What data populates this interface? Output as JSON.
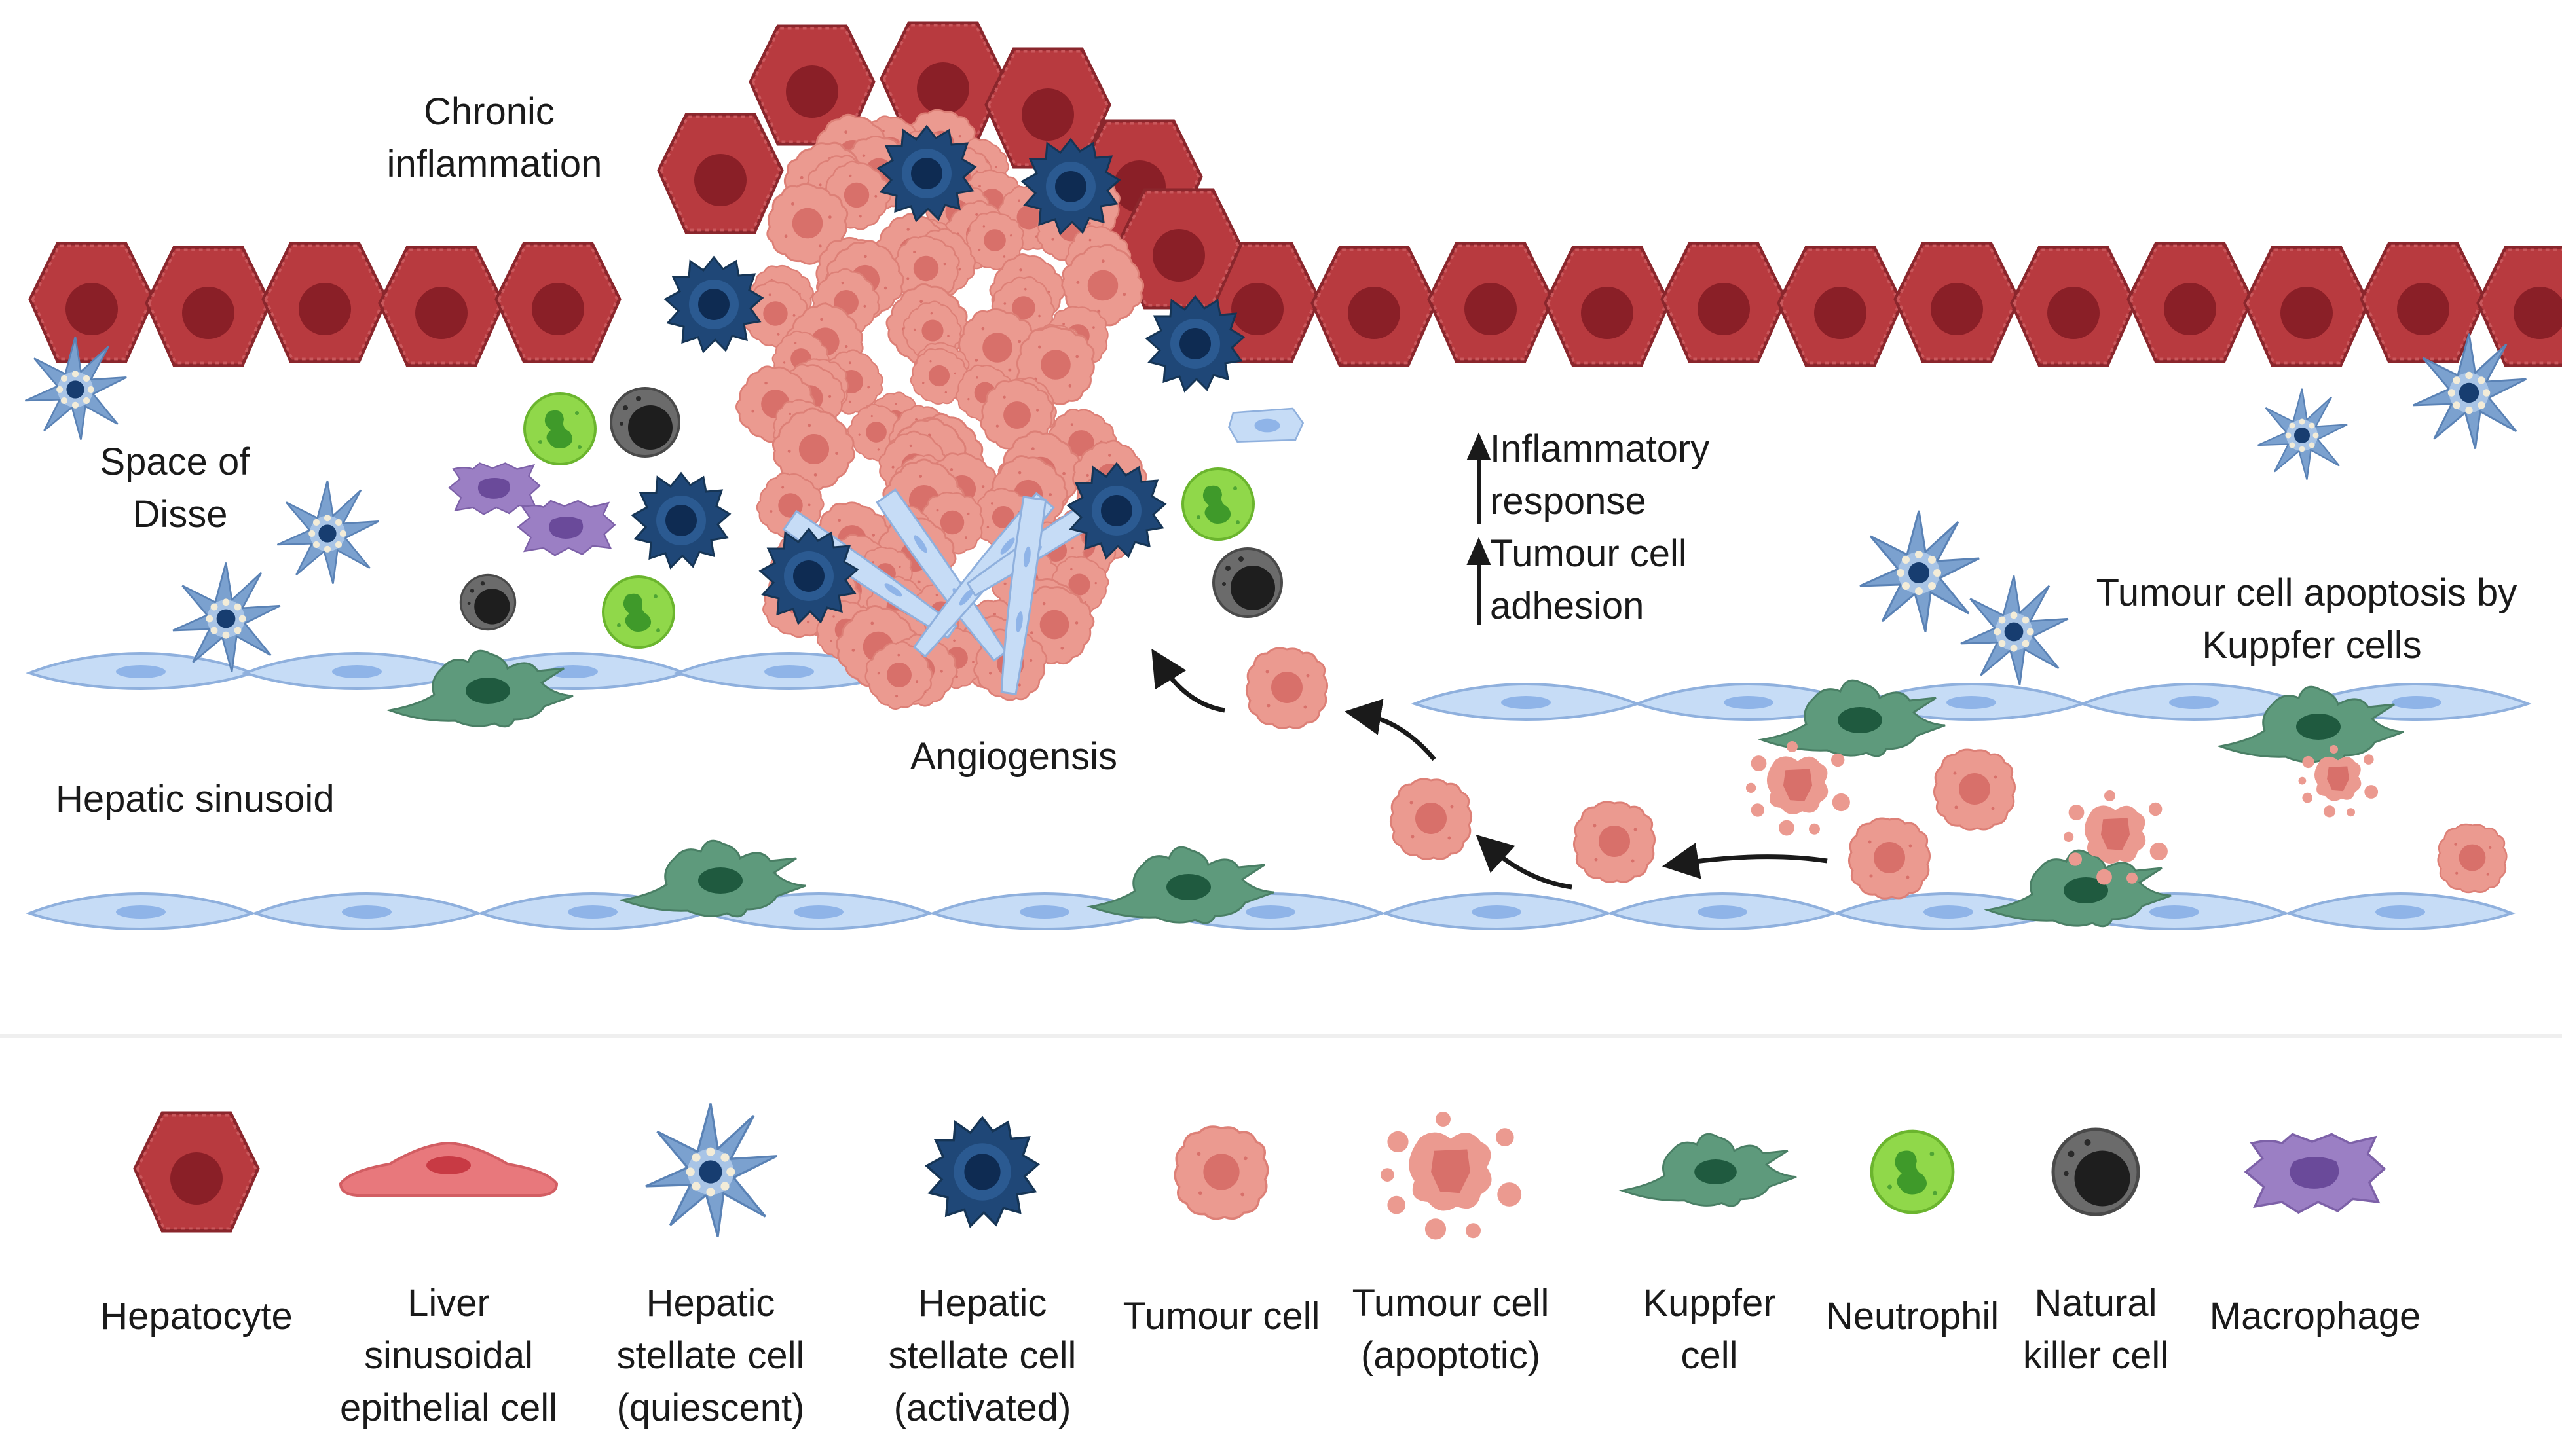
{
  "labels": {
    "chronic_inflammation": [
      "Chronic",
      "inflammation"
    ],
    "space_of_disse": [
      "Space of",
      "Disse"
    ],
    "hepatic_sinusoid": "Hepatic sinusoid",
    "angiogenesis": "Angiogensis",
    "inflammatory_response": [
      "Inflammatory",
      "response"
    ],
    "tumour_cell_adhesion": [
      "Tumour cell",
      "adhesion"
    ],
    "kupffer_apoptosis": [
      "Tumour cell apoptosis by",
      "Kuppfer cells"
    ]
  },
  "legend": [
    {
      "icon": "hepatocyte-icon",
      "lines": [
        "Hepatocyte"
      ]
    },
    {
      "icon": "endothelial-cell-icon",
      "lines": [
        "Liver",
        "sinusoidal",
        "epithelial cell"
      ]
    },
    {
      "icon": "stellate-quiescent-icon",
      "lines": [
        "Hepatic",
        "stellate cell",
        "(quiescent)"
      ]
    },
    {
      "icon": "stellate-activated-icon",
      "lines": [
        "Hepatic",
        "stellate cell",
        "(activated)"
      ]
    },
    {
      "icon": "tumour-cell-icon",
      "lines": [
        "Tumour cell"
      ]
    },
    {
      "icon": "tumour-apoptotic-icon",
      "lines": [
        "Tumour cell",
        "(apoptotic)"
      ]
    },
    {
      "icon": "kupffer-cell-icon",
      "lines": [
        "Kuppfer",
        "cell"
      ]
    },
    {
      "icon": "neutrophil-icon",
      "lines": [
        "Neutrophil"
      ]
    },
    {
      "icon": "nk-cell-icon",
      "lines": [
        "Natural",
        "killer cell"
      ]
    },
    {
      "icon": "macrophage-icon",
      "lines": [
        "Macrophage"
      ]
    }
  ],
  "colors": {
    "hepatocyte": "#b83a3f",
    "hepatocyte_nucleus": "#8a1f27",
    "endothelial": "#c6dcf6",
    "endothelial_nucleus": "#8fb4e8",
    "tumour": "#eb9a90",
    "tumour_nucleus": "#d8706a",
    "stellate_activated": "#1f4777",
    "stellate_quiescent": "#7ba1cf",
    "kupffer": "#5e9a7c",
    "neutrophil": "#90d84a",
    "nk": "#6b6b6b",
    "macrophage": "#9b7fc4"
  }
}
